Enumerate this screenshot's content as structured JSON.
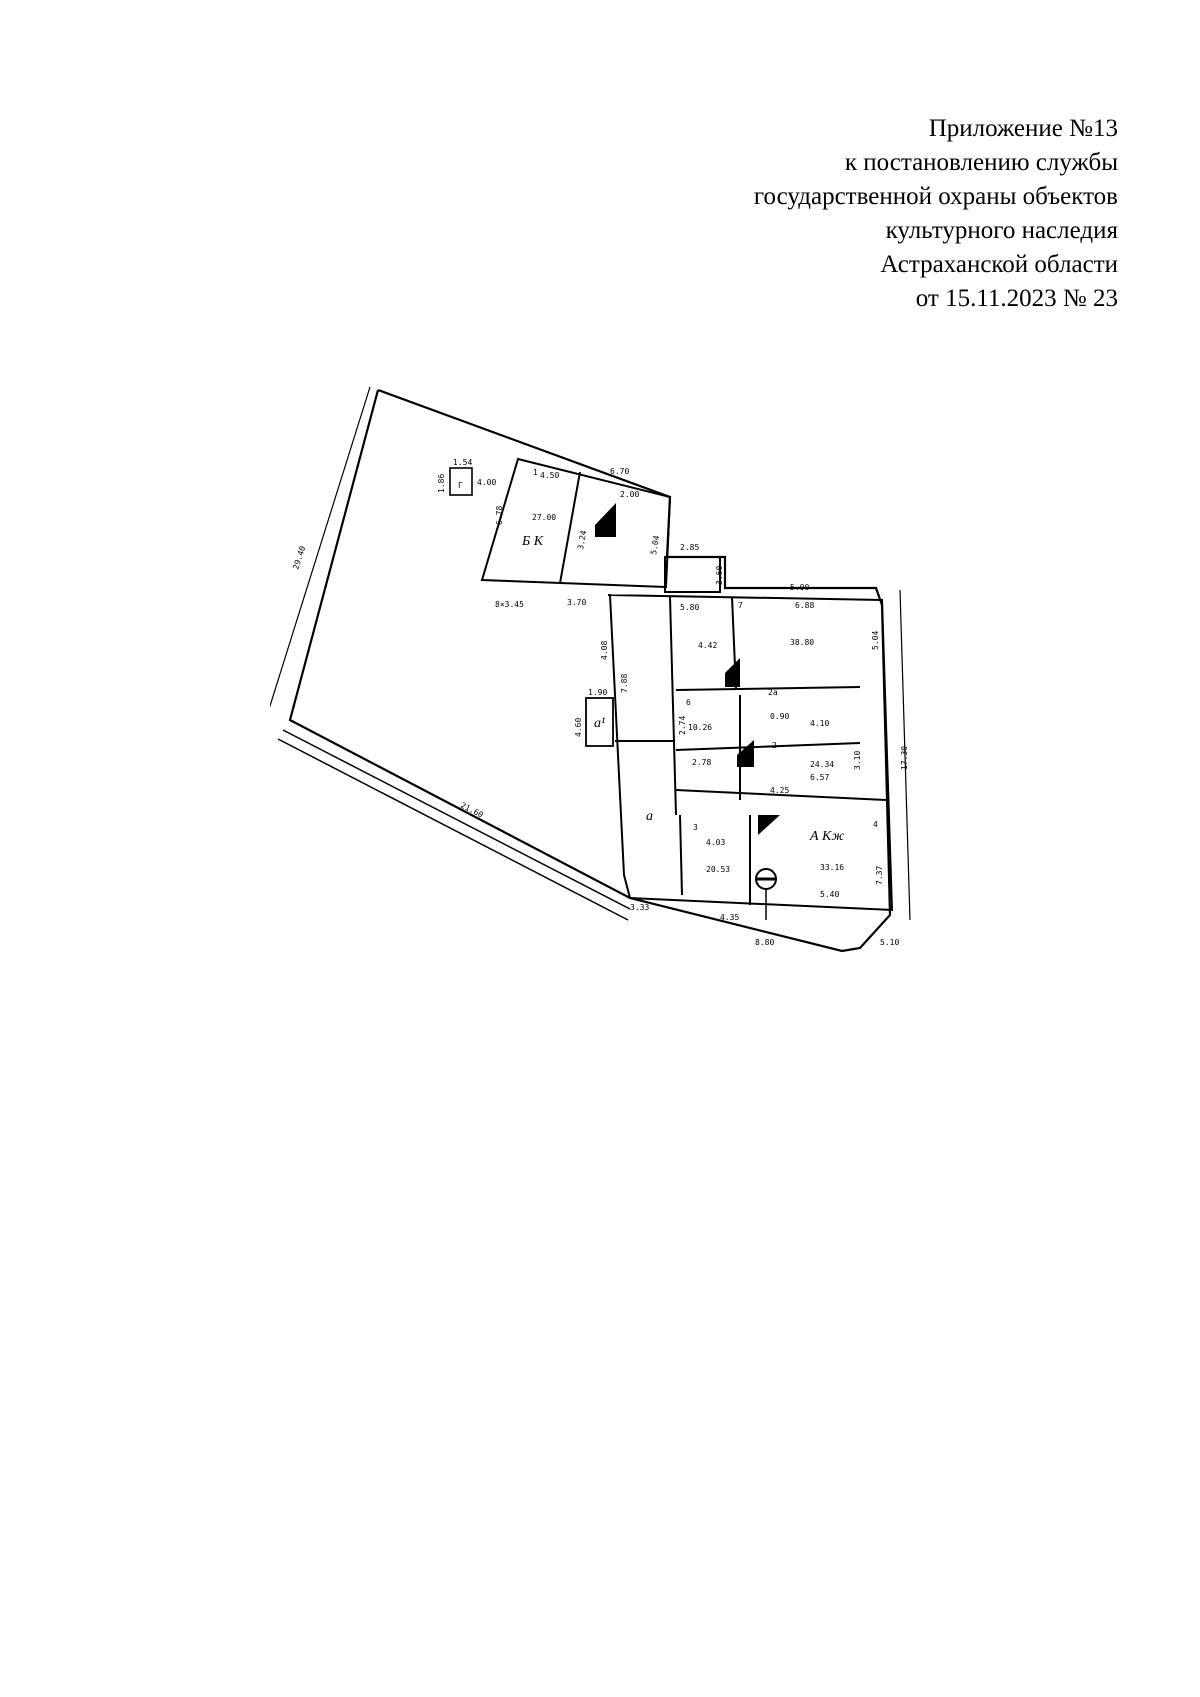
{
  "header": {
    "line1": "Приложение №13",
    "line2": "к постановлению службы",
    "line3": "государственной охраны объектов",
    "line4": "культурного наследия",
    "line5": "Астраханской области",
    "line6": "от 15.11.2023 № 23"
  },
  "plan": {
    "labels": {
      "l_2940": "29.40",
      "l_1_54": "1.54",
      "l_1_86": "1.86",
      "l_g_r": "Г",
      "l_4_00": "4.00",
      "l_6_70a": "6.70",
      "l_4_50": "4.50",
      "l_6_78": "6.78",
      "l_room1": "1",
      "l_2700": "27.00",
      "l_bkc": "Б К",
      "l_2_00": "2.00",
      "l_3_24": "3.24",
      "l_5_04": "5.04",
      "l_2_85": "2.85",
      "l_3_60": "3.60",
      "l_8x3": "8×3.45",
      "l_3_70": "3.70",
      "l_5_00": "5.00",
      "l_6_88": "6.88",
      "l_5_80": "5.80",
      "l_4_42": "4.42",
      "l_room7": "7",
      "l_38_80": "38.80",
      "l_5_04b": "5.04",
      "l_7_88": "7.88",
      "l_4_08": "4.08",
      "l_1_90": "1.90",
      "l_4_60": "4.60",
      "l_a1": "а¹",
      "l_room6": "6",
      "l_10_26": "10.26",
      "l_2_78": "2.78",
      "l_2_74": "2.74",
      "l_room2a": "2а",
      "l_0_90": "0.90",
      "l_4_10": "4.10",
      "l_room2": "2",
      "l_24_34": "24.34",
      "l_6_57": "6.57",
      "l_4_25": "4.25",
      "l_3_10": "3.10",
      "l_17_30": "17.30",
      "l_room3": "3",
      "l_4_03": "4.03",
      "l_20_53": "20.53",
      "l_room4": "4",
      "l_a_kj": "А Кж",
      "l_33_16": "33.16",
      "l_5_40": "5.40",
      "l_7_37": "7.37",
      "l_a": "а",
      "l_21_60": "21.60",
      "l_3_33": "3.33",
      "l_4_35": "4.35",
      "l_8_80": "8.80",
      "l_5_10": "5.10"
    }
  }
}
